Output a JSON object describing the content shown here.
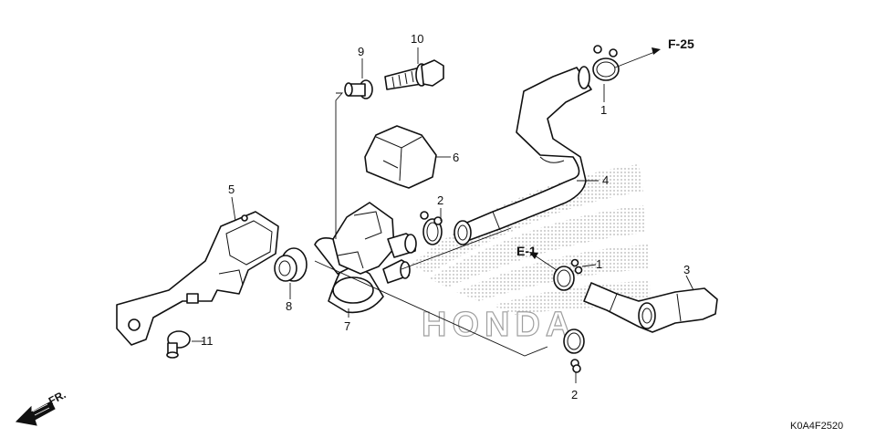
{
  "watermark": "HONDA",
  "diagram_code": "K0A4F2520",
  "direction": {
    "label": "FR."
  },
  "refs": {
    "top": "F-25",
    "mid": "E-1"
  },
  "callouts": {
    "c1a": "1",
    "c1b": "1",
    "c2a": "2",
    "c2b": "2",
    "c3": "3",
    "c4": "4",
    "c5": "5",
    "c6": "6",
    "c7": "7",
    "c8": "8",
    "c9": "9",
    "c10": "10",
    "c11": "11"
  }
}
